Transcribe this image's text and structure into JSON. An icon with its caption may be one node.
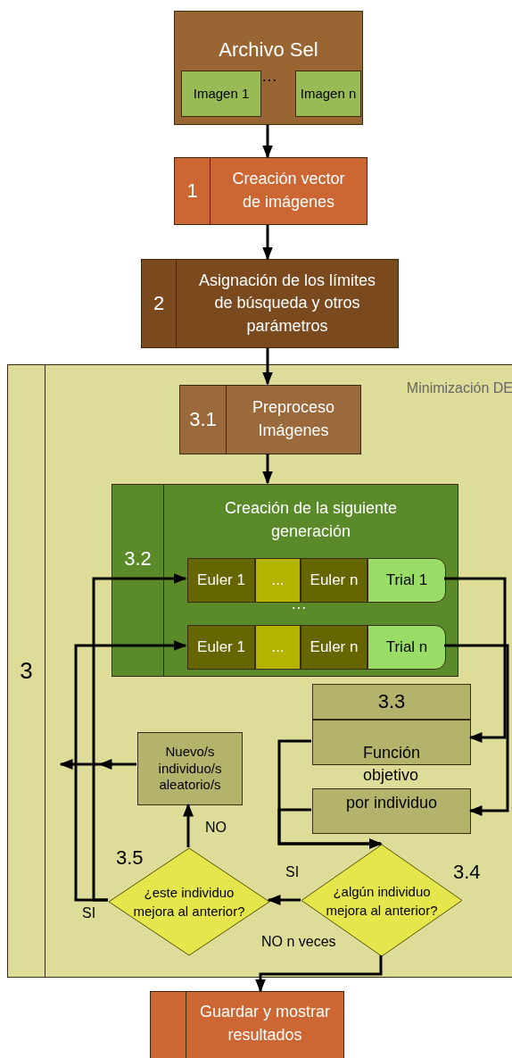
{
  "diagram": {
    "nodes": [
      {
        "text": [
          "Archivo Sel",
          "…"
        ]
      },
      {
        "text": [
          "Imagen 1"
        ],
        "in": 0
      },
      {
        "text": [
          "Imagen n"
        ],
        "in": 0
      },
      {
        "text": [
          "1",
          "Creación vector de imágenes"
        ]
      },
      {
        "text": [
          "2",
          "Asignación de los límites de búsqueda y otros parámetros"
        ]
      },
      {
        "text": [
          "3",
          "Minimización DE"
        ]
      },
      {
        "text": [
          "3.1",
          "Preproceso Imágenes"
        ],
        "in": 5
      },
      {
        "text": [
          "3.2",
          "Creación de la siguiente generación"
        ],
        "in": 5
      },
      {
        "text": [
          "Euler 1"
        ],
        "in": 7
      },
      {
        "text": [
          "..."
        ],
        "in": 7
      },
      {
        "text": [
          "Euler n"
        ],
        "in": 7
      },
      {
        "text": [
          "Trial 1"
        ],
        "in": 7
      },
      {
        "text": [
          "Euler 1"
        ],
        "in": 7
      },
      {
        "text": [
          "..."
        ],
        "in": 7
      },
      {
        "text": [
          "Euler n"
        ],
        "in": 7
      },
      {
        "text": [
          "Trial n"
        ],
        "in": 7
      },
      {
        "text": [
          "3.3"
        ],
        "in": 5
      },
      {
        "text": [
          "Función"
        ],
        "in": 5
      },
      {
        "text": [
          "por individuo"
        ],
        "in": 5
      },
      {
        "text": [
          "Nuevo/s individuo/s aleatorio/s"
        ],
        "in": 5
      },
      {
        "text": [
          "¿este individuo mejora al anterior?"
        ],
        "beside": [
          "3.5"
        ],
        "in": 5
      },
      {
        "text": [
          "¿algún individuo mejora al anterior?"
        ],
        "beside": [
          "3.4"
        ],
        "in": 5
      },
      {
        "text": [
          "Guardar y mostrar resultados"
        ]
      }
    ],
    "edges": [
      {
        "from": 0,
        "to": 3,
        "arrow": "to"
      },
      {
        "from": 3,
        "to": 4,
        "arrow": "to"
      },
      {
        "from": 4,
        "to": 6,
        "arrow": "to"
      },
      {
        "from": 6,
        "to": 7,
        "arrow": "to"
      },
      {
        "from": 11,
        "to": 17,
        "arrow": "to"
      },
      {
        "from": 15,
        "to": 18,
        "arrow": "to"
      },
      {
        "from": 17,
        "to": 21,
        "arrow": "to"
      },
      {
        "from": 18,
        "to": 21,
        "arrow": "to"
      },
      {
        "from": 21,
        "to": 20,
        "arrow": "to",
        "label": "SI"
      },
      {
        "from": 20,
        "to": 19,
        "arrow": "to",
        "label": "NO"
      },
      {
        "from": 20,
        "to": 8,
        "arrow": "to",
        "label": "SI"
      },
      {
        "from": 20,
        "to": 12,
        "arrow": "to"
      },
      {
        "from": 19,
        "to": null,
        "arrow": "to"
      },
      {
        "from": 21,
        "to": 22,
        "arrow": "to",
        "label": "NO n veces"
      }
    ],
    "labels": [
      "…",
      "objetivo"
    ]
  }
}
